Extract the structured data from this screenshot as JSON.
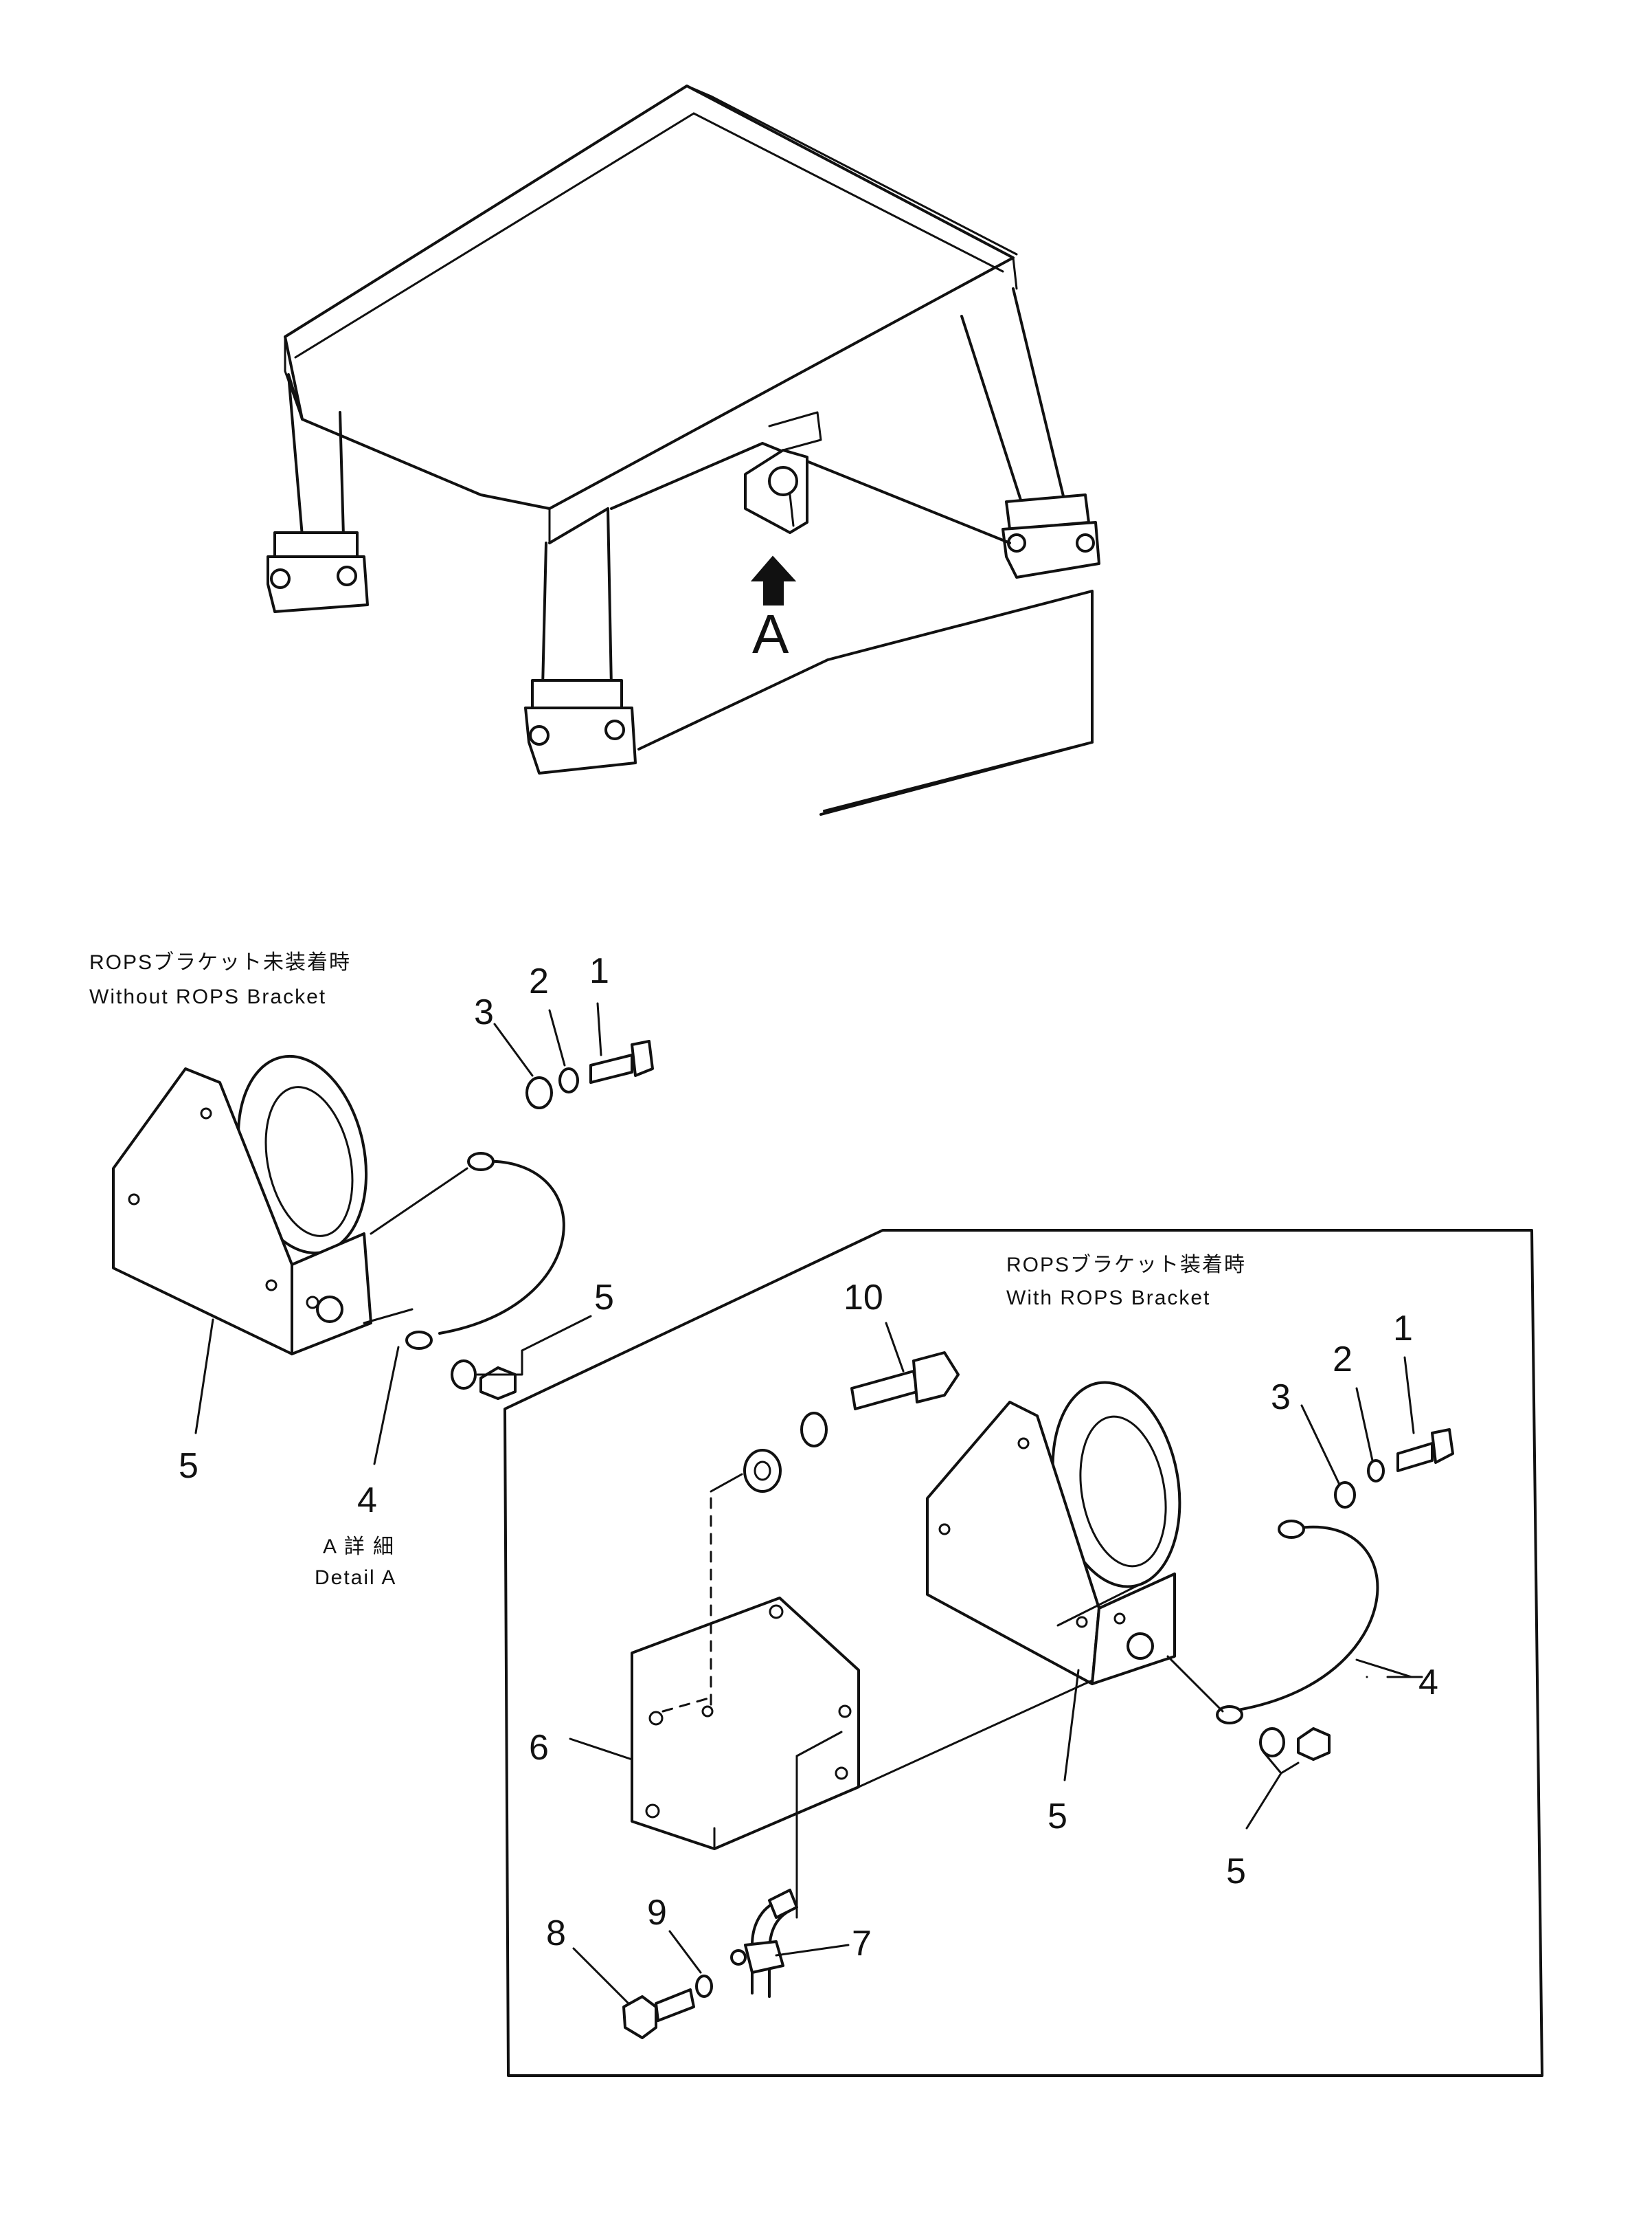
{
  "view_marker": "A",
  "without_caption": {
    "jp": "ROPSブラケット未装着時",
    "en": "Without ROPS Bracket"
  },
  "with_caption": {
    "jp": "ROPSブラケット装着時",
    "en": "With ROPS Bracket"
  },
  "detail_caption": {
    "jp": "A 詳 細",
    "en": "Detail A"
  },
  "callouts_left": {
    "p1": "1",
    "p2": "2",
    "p3": "3",
    "p4": "4",
    "p5_bracket": "5",
    "p5_nut": "5"
  },
  "callouts_right": {
    "p1": "1",
    "p2": "2",
    "p3": "3",
    "p4": "4",
    "p5_bracket": "5",
    "p5_nut": "5",
    "p6": "6",
    "p7": "7",
    "p8": "8",
    "p9": "9",
    "p10": "10"
  }
}
